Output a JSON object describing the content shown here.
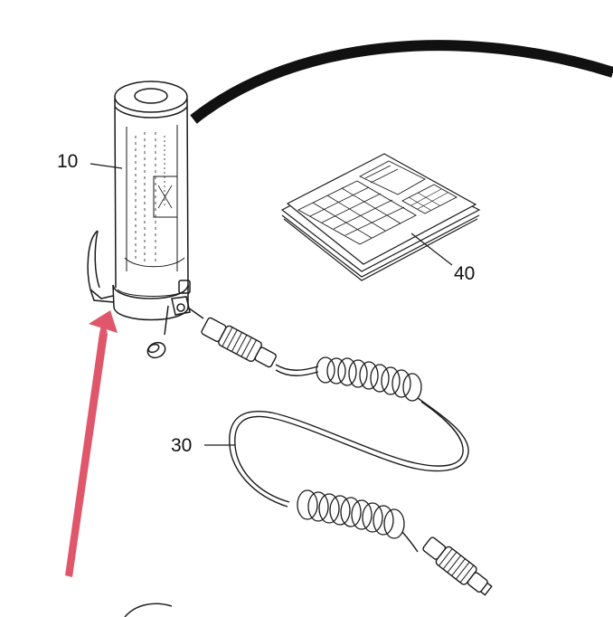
{
  "callouts": {
    "cylinder": "10",
    "manual": "40",
    "cable": "30"
  },
  "colors": {
    "line": "#1a1a1a",
    "arrow": "#e0566a",
    "background": "#ffffff"
  },
  "icons": [
    "cylinder-drawing",
    "manual-booklet-drawing",
    "coiled-cable-drawing",
    "pointer-arrow"
  ]
}
